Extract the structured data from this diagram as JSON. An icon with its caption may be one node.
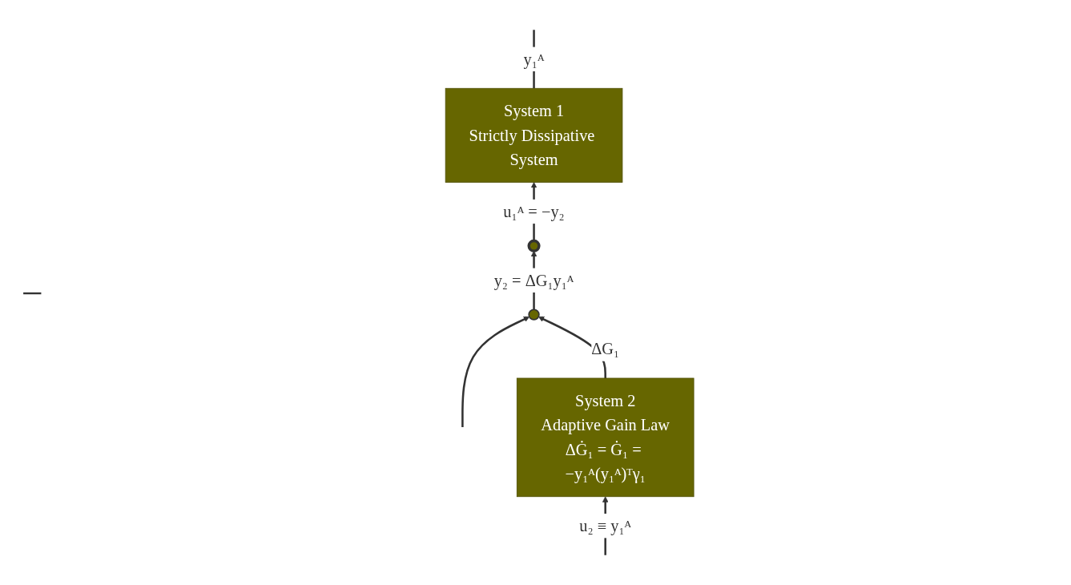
{
  "diagram": {
    "nodes": [
      {
        "text": [],
        "shape": "circle"
      },
      {
        "text": [
          "System 1",
          "Strictly Dissipative System"
        ]
      },
      {
        "text": [
          "System 2",
          "Adaptive Gain Law",
          "ΔĠ₁ = Ġ₁ = −y₁ᴬ(y₁ᴬ)ᵀγ₁"
        ]
      },
      {
        "text": [],
        "shape": "circle"
      }
    ],
    "edges": [
      {
        "from": 0,
        "to": 1,
        "arrow": "to",
        "label": "u₁ᴬ = −y₂"
      },
      {
        "from": 1,
        "to": null,
        "arrow": "none",
        "label": "y₁ᴬ"
      },
      {
        "from": null,
        "to": 2,
        "arrow": "to",
        "label": "u₂ ≡ y₁ᴬ"
      },
      {
        "from": null,
        "to": 3,
        "arrow": "to"
      },
      {
        "from": 2,
        "to": 3,
        "arrow": "to",
        "label": "ΔG₁"
      },
      {
        "from": 3,
        "to": 0,
        "arrow": "to",
        "label": "y₂ = ΔG₁y₁ᴬ"
      }
    ],
    "labels": [
      "−"
    ]
  }
}
